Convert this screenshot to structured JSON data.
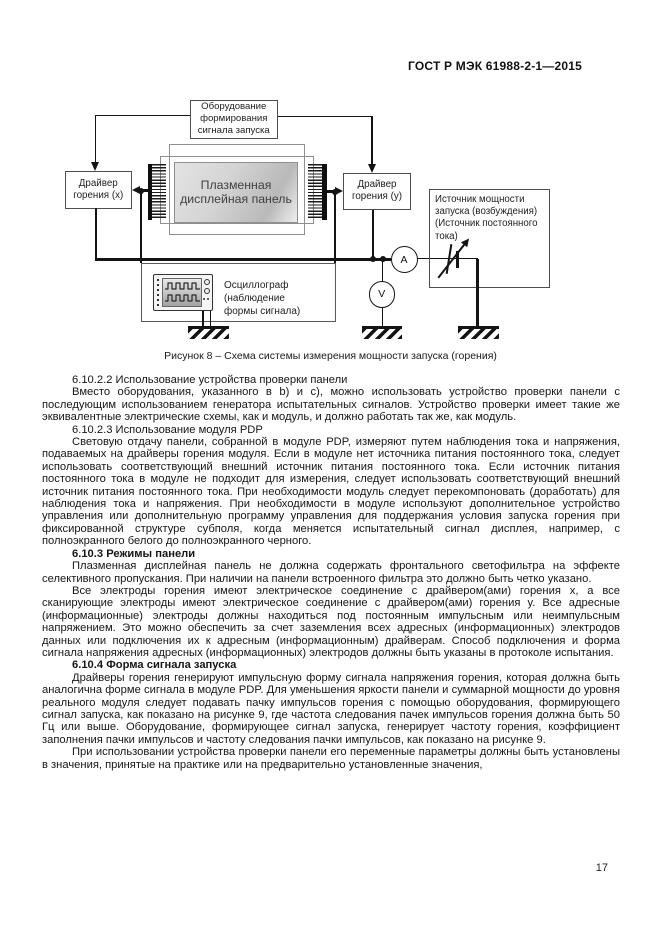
{
  "header": {
    "title": "ГОСТ Р МЭК 61988-2-1—2015"
  },
  "figure": {
    "signal_equipment": "Оборудование формирования сигнала запуска",
    "driver_x": "Драйвер горения (x)",
    "driver_y": "Драйвер горения (y)",
    "panel": "Плазменная дисплейная панель",
    "power_source": "Источник мощности запуска (возбуждения) (Источник постоянного тока)",
    "oscilloscope": "Осциллограф (наблюдение формы сигнала)",
    "ammeter_label": "A",
    "voltmeter_label": "V",
    "caption": "Рисунок 8 – Схема системы измерения мощности запуска (горения)"
  },
  "sections": [
    {
      "heading": "6.10.2.2 Использование устройства проверки панели",
      "paragraphs": [
        "Вместо оборудования, указанного в b) и c), можно использовать устройство проверки панели с последующим использованием генератора испытательных сигналов. Устройство проверки имеет такие же эквивалентные электрические схемы, как и модуль, и должно работать так же, как модуль."
      ]
    },
    {
      "heading": "6.10.2.3 Использование модуля PDP",
      "paragraphs": [
        "Световую отдачу панели, собранной в модуле PDP, измеряют путем наблюдения тока и напряжения, подаваемых на драйверы горения модуля. Если в модуле нет источника питания постоянного тока, следует использовать соответствующий внешний источник питания постоянного тока. Если источник питания постоянного тока в модуле не подходит для измерения, следует использовать соответствующий внешний источник питания постоянного тока. При необходимости модуль следует перекомпоновать (доработать) для наблюдения тока и напряжения. При необходимости в модуле используют дополнительное устройство управления или дополнительную программу управления для поддержания условия запуска горения при фиксированной структуре субполя, когда меняется испытательный сигнал дисплея, например, с полноэкранного белого до полноэкранного черного."
      ]
    },
    {
      "heading": "6.10.3 Режимы панели",
      "paragraphs": [
        "Плазменная дисплейная панель не должна содержать фронтального светофильтра на эффекте селективного пропускания. При наличии на панели встроенного фильтра это должно быть четко указано.",
        "Все электроды горения имеют электрическое соединение с драйвером(ами) горения x, а все сканирующие электроды имеют электрическое соединение с драйвером(ами) горения y. Все адресные (информационные) электроды должны находиться под постоянным импульсным или неимпульсным напряжением. Это можно обеспечить за счет заземления всех адресных (информационных) электродов данных или подключения их к адресным (информационным) драйверам. Способ подключения и форма сигнала напряжения адресных (информационных) электродов должны быть указаны в протоколе испытания."
      ]
    },
    {
      "heading": "6.10.4 Форма сигнала запуска",
      "paragraphs": [
        "Драйверы горения генерируют импульсную форму сигнала напряжения горения, которая должна быть аналогична форме сигнала в модуле PDP. Для уменьшения яркости панели и суммарной мощности до уровня реального модуля следует подавать пачку импульсов горения с помощью оборудования, формирующего сигнал запуска, как показано на рисунке 9, где частота следования пачек импульсов горения должна быть 50 Гц или выше. Оборудование, формирующее сигнал запуска, генерирует частоту горения, коэффициент заполнения пачки импульсов и частоту следования пачки импульсов, как показано на рисунке 9.",
        "При использовании устройства проверки панели его переменные параметры должны быть установлены в значения, принятые на практике или на предварительно установленные значения,"
      ]
    }
  ],
  "footer": {
    "page_number": "17"
  }
}
